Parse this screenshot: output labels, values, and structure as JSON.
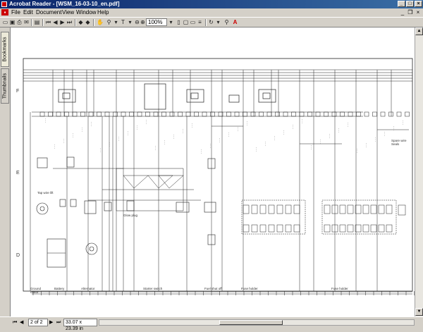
{
  "window": {
    "title": "Acrobat Reader - [WSM_16-03-10_en.pdf]"
  },
  "menu": [
    "File",
    "Edit",
    "Document",
    "View",
    "Window",
    "Help"
  ],
  "toolbar": {
    "zoom_value": "100%"
  },
  "side_tabs": {
    "bookmarks": "Bookmarks",
    "thumbnails": "Thumbnails"
  },
  "status": {
    "page": "2 of 2",
    "page_size": "33.07 x 23.39 in"
  },
  "diagram": {
    "row_labels": [
      "F",
      "E",
      "D"
    ],
    "bottom_labels": [
      "Ground\nmotor",
      "Battery",
      "Alternator",
      "Starter switch",
      "Fuel shut off",
      "Fuse holder",
      "Fuse holder"
    ],
    "captions": {
      "tap_line": "Tap wire lift",
      "gas_plug": "Glow plug",
      "spare_wire": "Spare wire\nSeals"
    }
  }
}
